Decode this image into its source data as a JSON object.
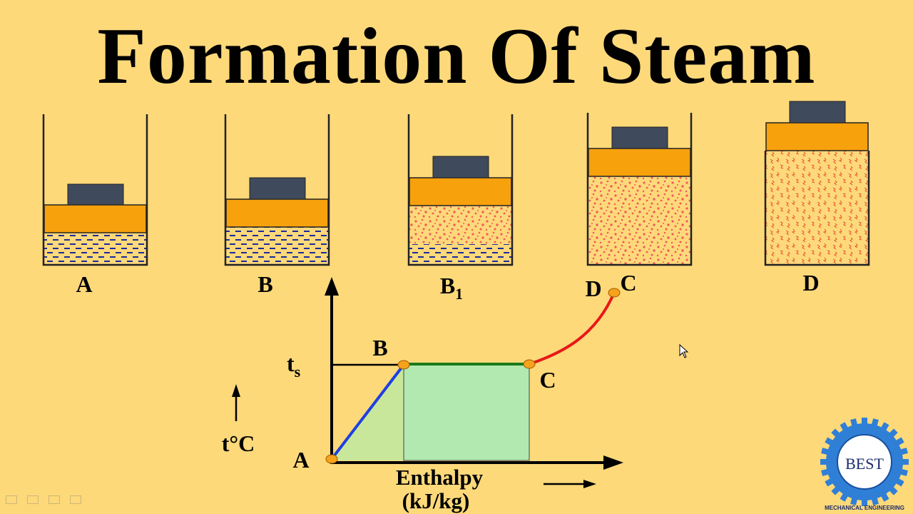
{
  "title": "Formation Of Steam",
  "cylinder_labels": {
    "a": "A",
    "b": "B",
    "b1_main": "B",
    "b1_sub": "1",
    "c": "C",
    "d": "D"
  },
  "graph": {
    "point_a": "A",
    "point_b": "B",
    "point_c": "C",
    "point_d": "D",
    "ts_main": "t",
    "ts_sub": "s",
    "y_axis_label": "t°C",
    "x_axis_label_line1": "Enthalpy",
    "x_axis_label_line2": "(kJ/kg)"
  },
  "logo": {
    "text": "BEST",
    "subtitle": "MECHANICAL ENGINEERING"
  },
  "colors": {
    "background": "#fdd97a",
    "piston": "#f7a10d",
    "weight": "#3f4a5c",
    "water_dash": "#1a2a9c",
    "steam_dot": "#f25a5a",
    "sensible_heat_fill": "#c9e79a",
    "latent_heat_fill": "#b2e9b0",
    "line_ab": "#1f3fe0",
    "line_bc": "#1a7a1a",
    "line_cd": "#e81818",
    "marker": "#f4a31b",
    "logo_gear": "#2f7fd6"
  }
}
